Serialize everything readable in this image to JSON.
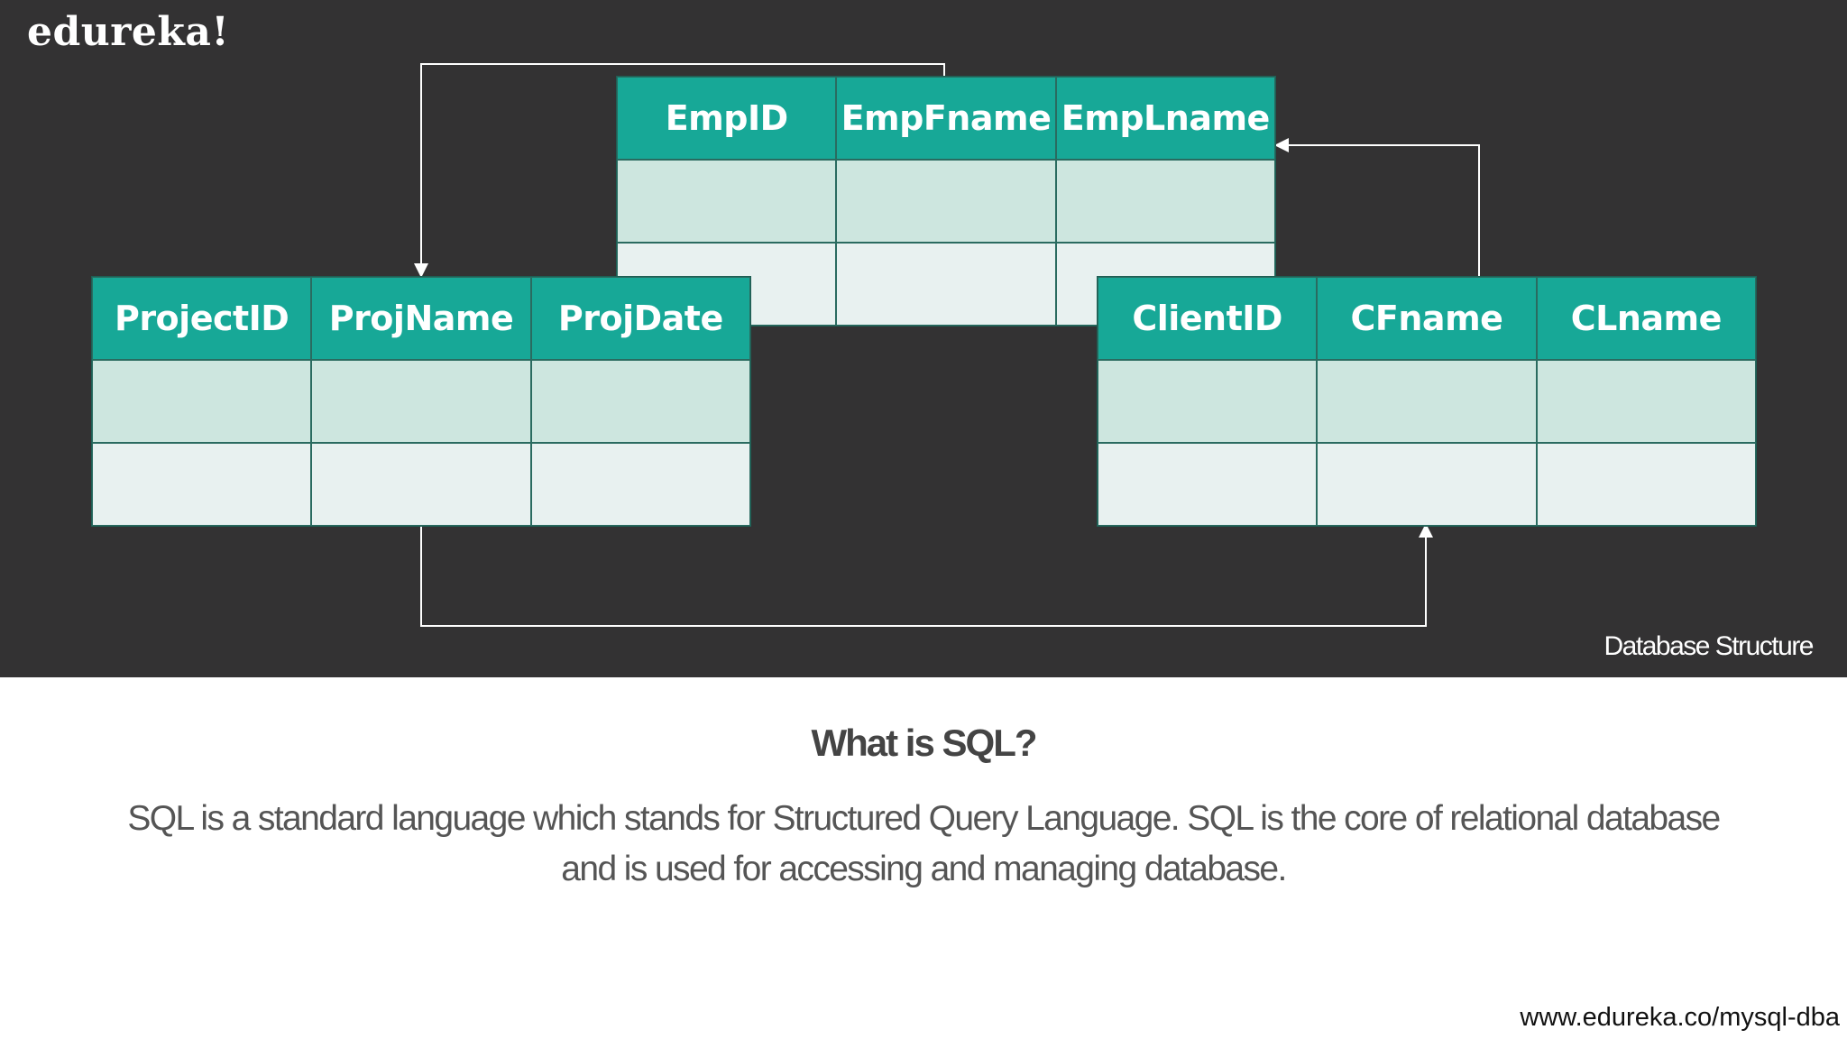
{
  "brand": {
    "logo_text": "edureka!"
  },
  "diagram": {
    "caption": "Database Structure",
    "tables": {
      "employee": {
        "columns": [
          "EmpID",
          "EmpFname",
          "EmpLname"
        ]
      },
      "project": {
        "columns": [
          "ProjectID",
          "ProjName",
          "ProjDate"
        ]
      },
      "client": {
        "columns": [
          "ClientID",
          "CFname",
          "CLname"
        ]
      }
    },
    "colors": {
      "background": "#333233",
      "header": "#17a897",
      "row_light": "#cde6df",
      "row_lighter": "#e8f1f0",
      "connector": "#ffffff"
    }
  },
  "content": {
    "heading": "What is SQL?",
    "body": "SQL is a standard language which stands for Structured Query Language. SQL is the core of relational database and is used for accessing and managing database."
  },
  "footer": {
    "url": "www.edureka.co/mysql-dba"
  }
}
